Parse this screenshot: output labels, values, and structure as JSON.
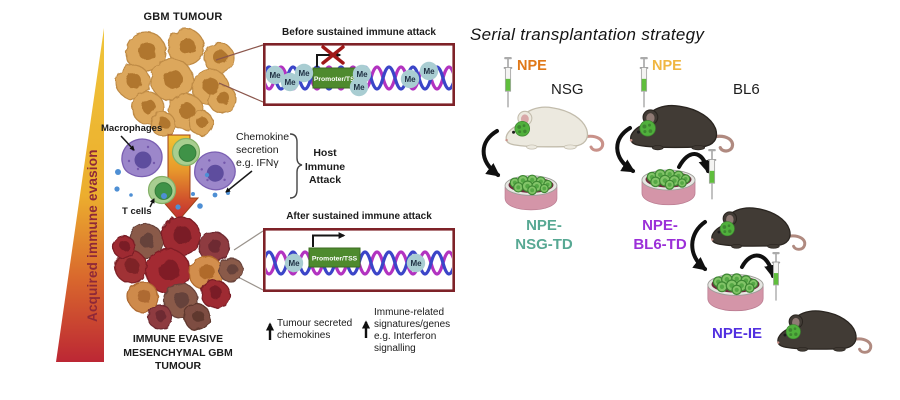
{
  "left_panel": {
    "gbm_title": "GBM TUMOUR",
    "gradient_label": "Acquired immune evasion",
    "macrophages_label": "Macrophages",
    "t_cells_label": "T cells",
    "chemokine_label": "Chemokine secretion e.g. IFNγ",
    "host_attack_label": "Host Immune Attack",
    "before_box_title": "Before sustained immune attack",
    "after_box_title": "After sustained immune attack",
    "promoter_label": "Promoter/TSS",
    "methyl_label": "Me",
    "evasive_title": "IMMUNE EVASIVE MESENCHYMAL GBM TUMOUR",
    "legend_chemokines": "Tumour secreted chemokines",
    "legend_immune": "Immune-related signatures/genes e.g. Interferon signalling"
  },
  "right_panel": {
    "title": "Serial transplantation strategy",
    "injection_label_1": "NPE",
    "injection_label_2": "NPE",
    "strain_1": "NSG",
    "strain_2": "BL6",
    "dish1_line1": "NPE-",
    "dish1_line2": "NSG-TD",
    "dish2_line1": "NPE-",
    "dish2_line2": "BL6-TD",
    "dish3_label": "NPE-IE"
  },
  "colors": {
    "npe_1": "#E07818",
    "npe_2": "#F0B642",
    "dish1_label": "#57A893",
    "dish2_label": "#9B2FD8",
    "dish3_label": "#5230E0",
    "gradient_top": "#EFC439",
    "gradient_bottom": "#BC2734",
    "gradient_text": "#8E2838",
    "dna_box_border": "#7E2228",
    "promoter_green": "#4E8A2E",
    "methyl_circle": "#A9CDD2",
    "dna_strand_blue": "#3B45C8",
    "dna_strand_magenta": "#B233C0",
    "tumor_tan": "#DCA75C",
    "tumor_red": "#9E2B30",
    "macrophage_purple": "#9C87CA",
    "t_cell_green": "#4F9E43",
    "chemokine_dot_blue": "#4E8FD4",
    "tumor_graft_green": "#50B03C",
    "dish_medium": "#6E2A3C",
    "dish_wall_pink": "#D495A8"
  }
}
